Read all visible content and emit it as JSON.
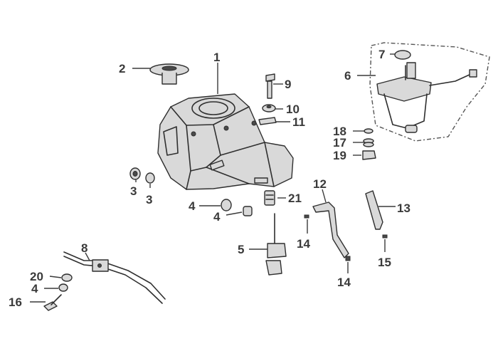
{
  "diagram": {
    "callouts": {
      "c1": "1",
      "c2": "2",
      "c3a": "3",
      "c3b": "3",
      "c4a": "4",
      "c4b": "4",
      "c4c": "4",
      "c5": "5",
      "c6": "6",
      "c7": "7",
      "c8": "8",
      "c9": "9",
      "c10": "10",
      "c11": "11",
      "c12": "12",
      "c13": "13",
      "c14a": "14",
      "c14b": "14",
      "c15": "15",
      "c16": "16",
      "c17": "17",
      "c18": "18",
      "c19": "19",
      "c20": "20",
      "c21": "21"
    }
  }
}
